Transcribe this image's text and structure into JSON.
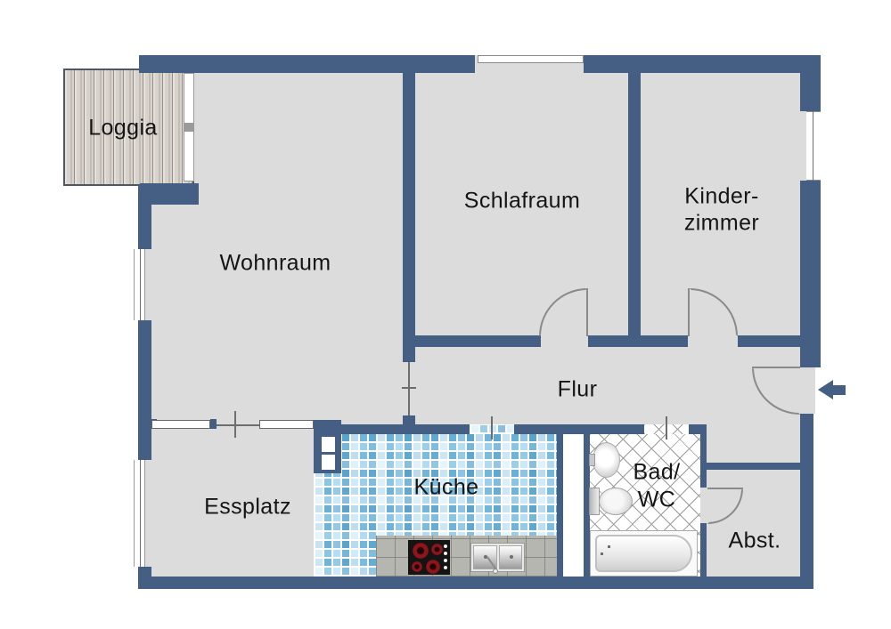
{
  "rooms": {
    "loggia": "Loggia",
    "wohnraum": "Wohnraum",
    "schlafraum": "Schlafraum",
    "kinderzimmer_line1": "Kinder-",
    "kinderzimmer_line2": "zimmer",
    "flur": "Flur",
    "essplatz": "Essplatz",
    "kueche": "Küche",
    "bad_wc_line1": "Bad/",
    "bad_wc_line2": "WC",
    "abstellraum": "Abst."
  },
  "colors": {
    "wall": "#455e84",
    "floor": "#dcdcdc",
    "kitchen_tile_blue": "#9dd2ec",
    "loggia_wood": "#d8d2cc",
    "bath_tile_line": "#9b9b9b",
    "door_arc": "#8a8a8a",
    "burner_red": "#8e161a"
  },
  "icons": {
    "entry_arrow": "arrow-left"
  }
}
